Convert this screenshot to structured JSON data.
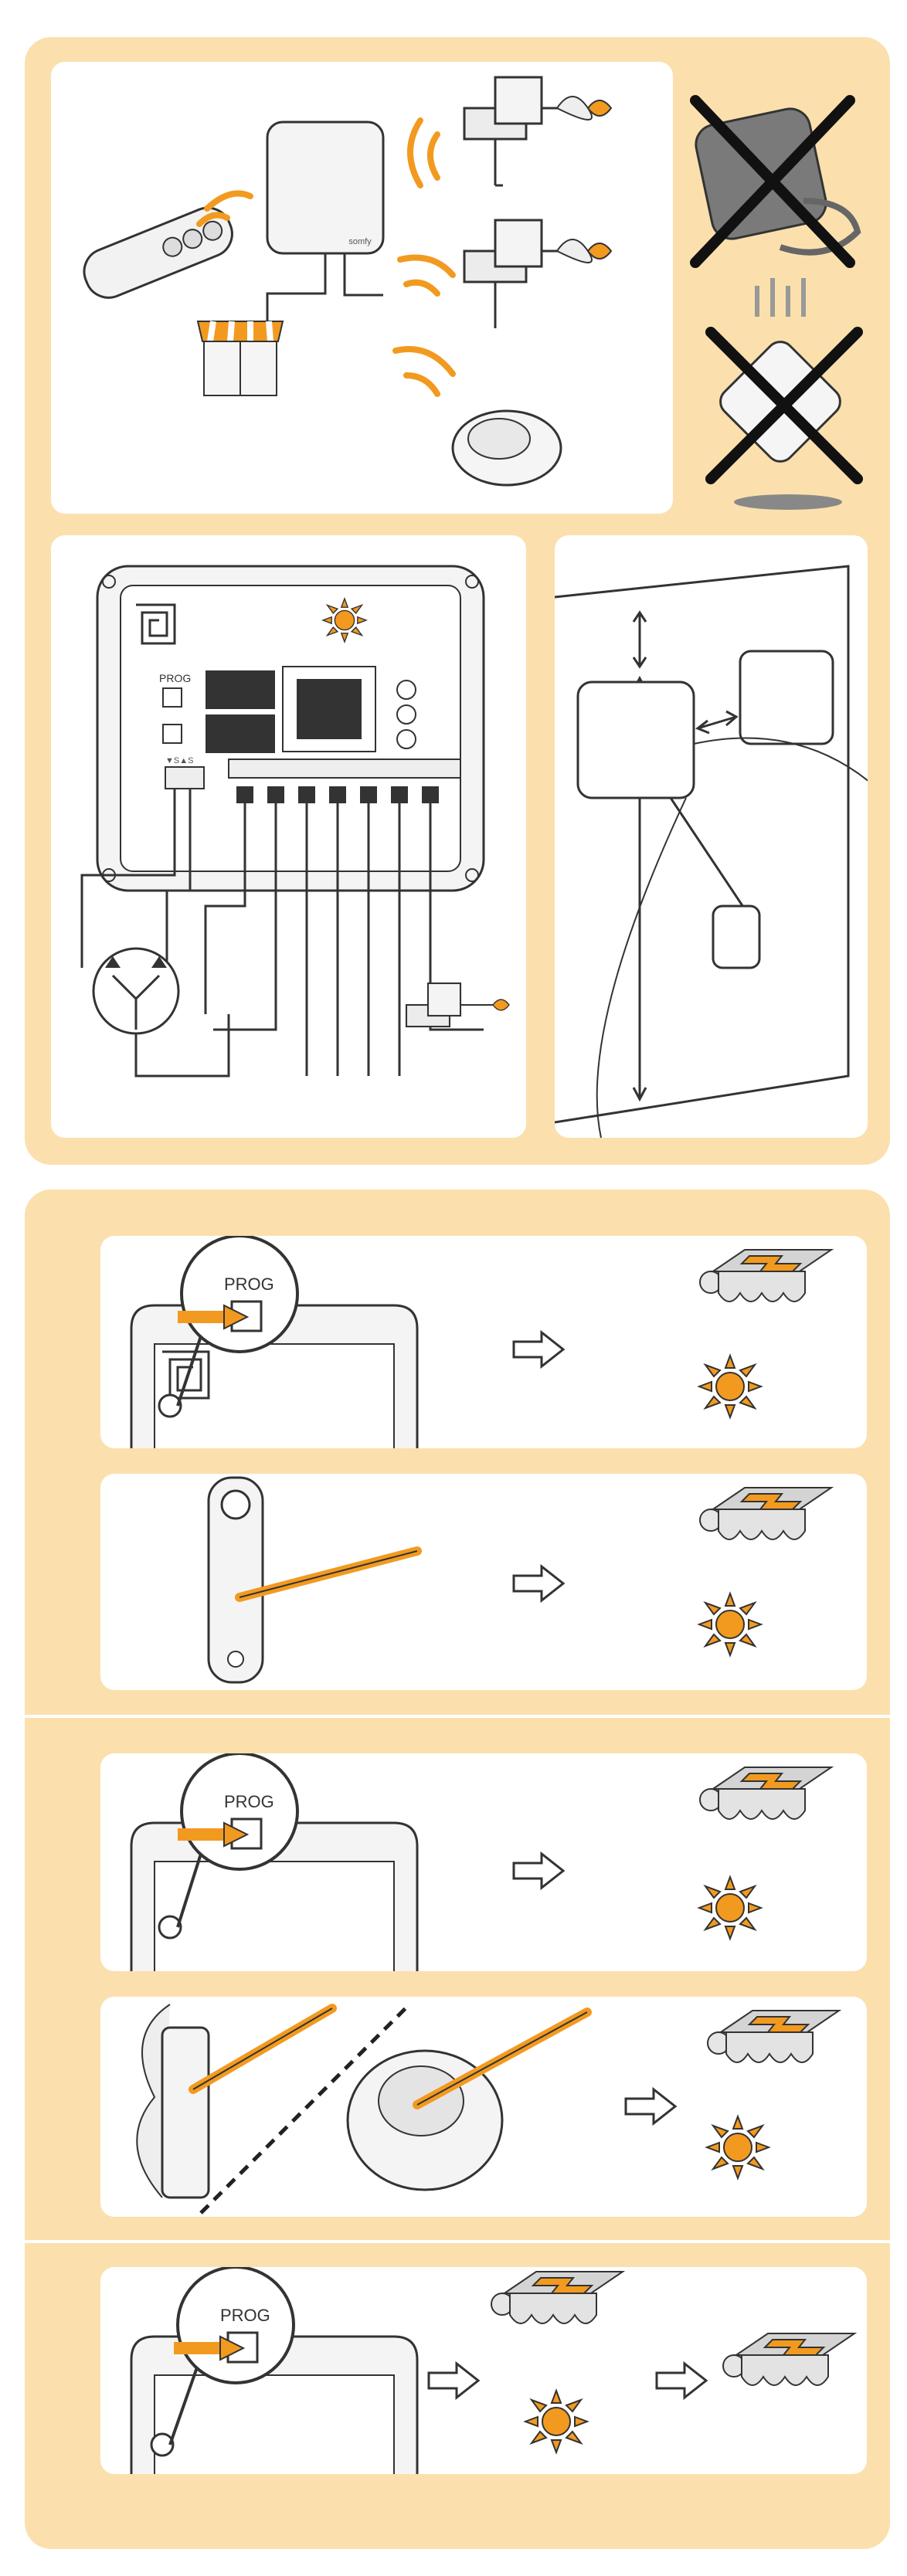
{
  "labels": {
    "prog": "PROG",
    "brand": "somfy",
    "relay": "▼S▲S"
  },
  "colors": {
    "panel": "#fbe0ad",
    "accent": "#f29a1f",
    "line": "#222222",
    "cross": "#111111"
  },
  "icons": [
    "remote-icon",
    "receiver-box-icon",
    "awning-icon",
    "wind-sensor-icon",
    "sun-sensor-icon",
    "do-not-immerse-icon",
    "do-not-drop-icon",
    "wiring-diagram",
    "installation-distance-diagram",
    "prog-button-icon",
    "arrow-right-icon",
    "awning-moving-icon",
    "sun-icon",
    "pen-icon"
  ]
}
